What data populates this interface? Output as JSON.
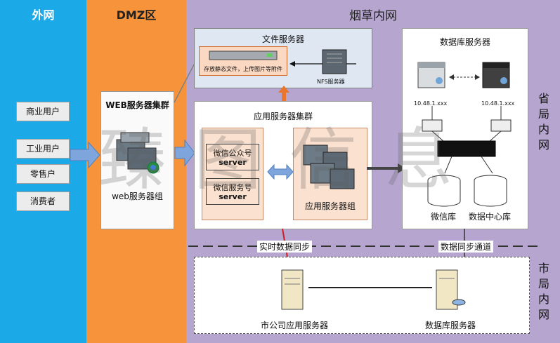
{
  "zones": {
    "external": {
      "title": "外网",
      "color": "#1ca9e8"
    },
    "dmz": {
      "title": "DMZ区",
      "color": "#f7943b"
    },
    "intranet": {
      "title": "烟草内网",
      "color": "#b6a6cf"
    }
  },
  "users": [
    "商业用户",
    "工业用户",
    "零售户",
    "消费者"
  ],
  "web_cluster": {
    "title": "WEB服务器集群",
    "group_label": "web服务器组"
  },
  "file_server": {
    "title": "文件服务器",
    "storage_note": "存放静态文件，上传图片等附件",
    "nfs_label": "NFS服务器"
  },
  "app_cluster": {
    "title": "应用服务器集群",
    "wechat_public": {
      "line1": "微信公众号",
      "line2": "server"
    },
    "wechat_service": {
      "line1": "微信服务号",
      "line2": "server"
    },
    "group_label": "应用服务器组"
  },
  "db_server": {
    "title": "数据库服务器",
    "ip_left": "10.48.1.xxx",
    "ip_right": "10.48.1.xxx",
    "db_left": "微信库",
    "db_right": "数据中心库"
  },
  "province_label": [
    "省",
    "局",
    "内",
    "网"
  ],
  "city_label": [
    "市",
    "局",
    "内",
    "网"
  ],
  "links": {
    "realtime_sync": "实时数据同步",
    "sync_channel": "数据同步通道"
  },
  "city": {
    "app_server": "市公司应用服务器",
    "db_server": "数据库服务器"
  },
  "watermark": "臻图信息"
}
